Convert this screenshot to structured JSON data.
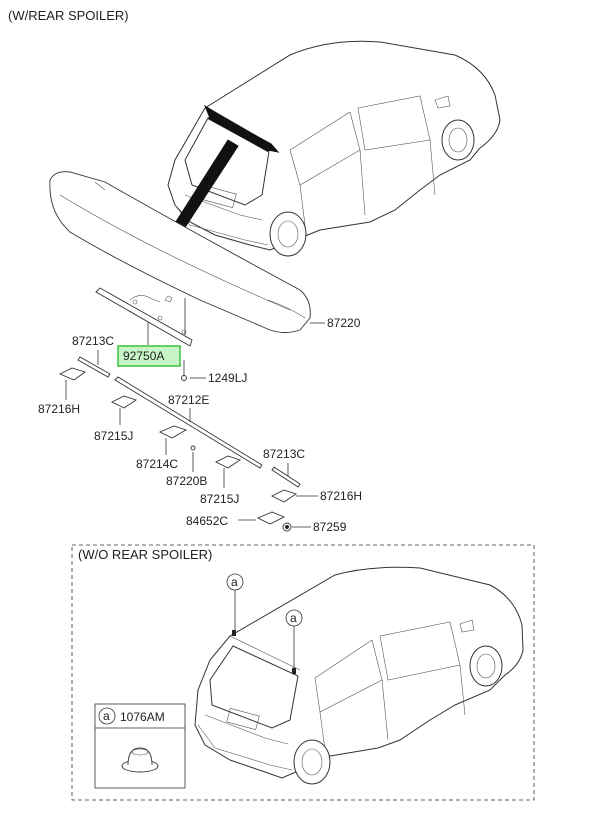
{
  "headers": {
    "with_spoiler": "(W/REAR SPOILER)",
    "without_spoiler": "(W/O REAR SPOILER)"
  },
  "parts": [
    {
      "id": "p87220",
      "label": "87220"
    },
    {
      "id": "p92750A",
      "label": "92750A",
      "highlighted": true
    },
    {
      "id": "p87213C_a",
      "label": "87213C"
    },
    {
      "id": "p1249LJ",
      "label": "1249LJ"
    },
    {
      "id": "p87216H_a",
      "label": "87216H"
    },
    {
      "id": "p87212E",
      "label": "87212E"
    },
    {
      "id": "p87215J_a",
      "label": "87215J"
    },
    {
      "id": "p87214C",
      "label": "87214C"
    },
    {
      "id": "p87213C_b",
      "label": "87213C"
    },
    {
      "id": "p87220B",
      "label": "87220B"
    },
    {
      "id": "p87216H_b",
      "label": "87216H"
    },
    {
      "id": "p87215J_b",
      "label": "87215J"
    },
    {
      "id": "p84652C",
      "label": "84652C"
    },
    {
      "id": "p87259",
      "label": "87259"
    }
  ],
  "callouts": {
    "a1": "a",
    "a2": "a",
    "legend_letter": "a",
    "legend_part": "1076AM"
  },
  "colors": {
    "highlight_fill": "#c8f5c8",
    "highlight_stroke": "#3cc03c",
    "line": "#333333"
  }
}
